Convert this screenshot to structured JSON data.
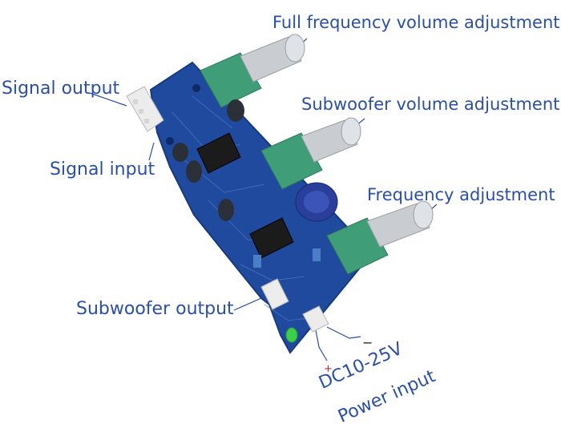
{
  "labels": {
    "full_volume": "Full frequency volume adjustment",
    "sub_volume": "Subwoofer volume adjustment",
    "frequency": "Frequency adjustment",
    "signal_output": "Signal output",
    "signal_input": "Signal input",
    "subwoofer_output": "Subwoofer output",
    "dc_voltage": "DC10-25V",
    "power_input": "Power input",
    "plus_sign": "+",
    "minus_sign": "−"
  },
  "colors": {
    "label_text": "#2a4fa6",
    "pcb_blue": "#1f4a9e",
    "pot_green": "#3f9e78",
    "knob_silver": "#c9ccd0",
    "connector_white": "#ececec",
    "led_green": "#3ecf4a",
    "capacitor_dark": "#2b2f38",
    "capacitor_blue": "#2a3f9a",
    "plus_red": "#c0282a"
  },
  "icons": {
    "board": "pcb-board-icon",
    "potentiometer": "potentiometer-icon",
    "ic_chip": "ic-chip-icon",
    "capacitor": "capacitor-icon",
    "connector": "connector-icon",
    "led": "led-icon"
  }
}
